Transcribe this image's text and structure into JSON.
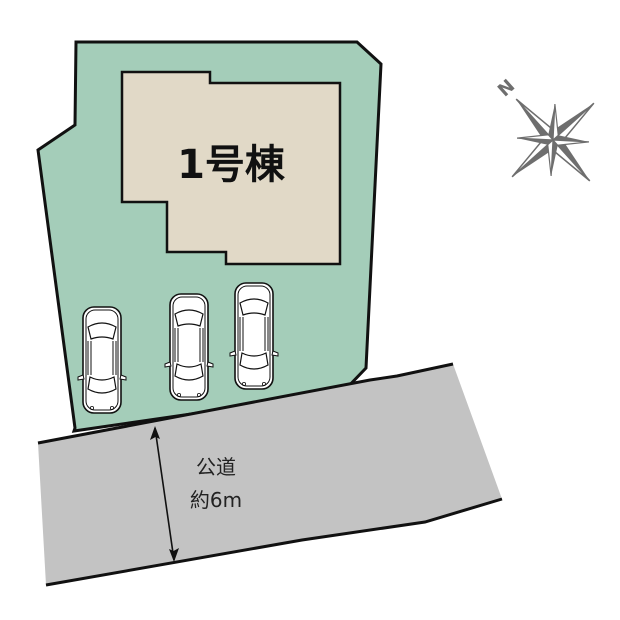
{
  "plot": {
    "building_label": "1号棟",
    "building_color": "#e1d9c7",
    "lot_color": "#a4cdb9",
    "outline_color": "#111111"
  },
  "road": {
    "name": "公道",
    "width": "約6m",
    "color": "#c3c3c3"
  },
  "parking": {
    "car_count": 3,
    "car_fill": "#ffffff"
  },
  "compass": {
    "north_label": "N",
    "color": "#6e6e6e"
  }
}
